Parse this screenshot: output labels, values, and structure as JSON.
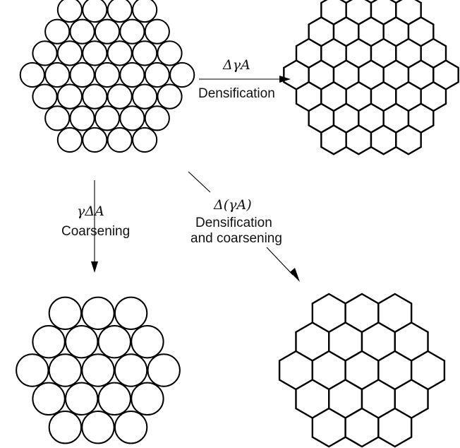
{
  "arrows": {
    "right": {
      "symbol": "ΔγA",
      "label": "Densification"
    },
    "down": {
      "symbol": "γΔA",
      "label": "Coarsening"
    },
    "diagonal": {
      "symbol": "Δ(γA)",
      "label_line1": "Densification",
      "label_line2": "and  coarsening"
    }
  },
  "colors": {
    "stroke": "#000000",
    "fill": "#ffffff"
  }
}
